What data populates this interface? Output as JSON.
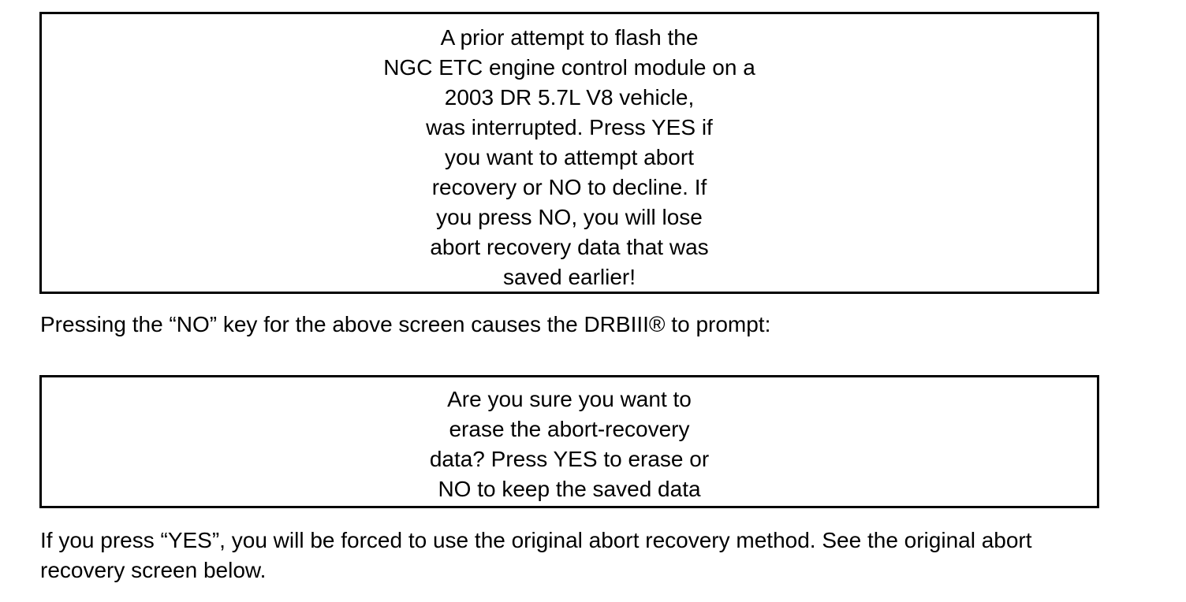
{
  "document": {
    "title": "DRBIII Abort Recovery Prompts",
    "background_color": "#ffffff",
    "text_color": "#000000",
    "border_color": "#000000"
  },
  "screens": [
    {
      "name": "abort-recovery-prompt-screen",
      "lines": [
        "A prior attempt to flash the",
        "NGC ETC engine control module on a",
        "2003 DR 5.7L V8 vehicle,",
        "was interrupted. Press YES if",
        "you want to attempt abort",
        "recovery or NO to decline. If",
        "you press NO, you will lose",
        "abort recovery data that was",
        "saved earlier!"
      ]
    },
    {
      "name": "erase-confirmation-screen",
      "lines": [
        "Are you sure you want to",
        "erase the abort-recovery",
        "data? Press YES to erase or",
        "NO to keep the saved data"
      ]
    }
  ],
  "paragraphs": [
    {
      "name": "paragraph-after-box-1",
      "text": "Pressing the “NO” key for the above screen causes the DRBIII® to prompt:"
    },
    {
      "name": "paragraph-after-box-2",
      "text": "If you press “YES”, you will be forced to use the original abort recovery method. See the original abort recovery screen below."
    }
  ]
}
